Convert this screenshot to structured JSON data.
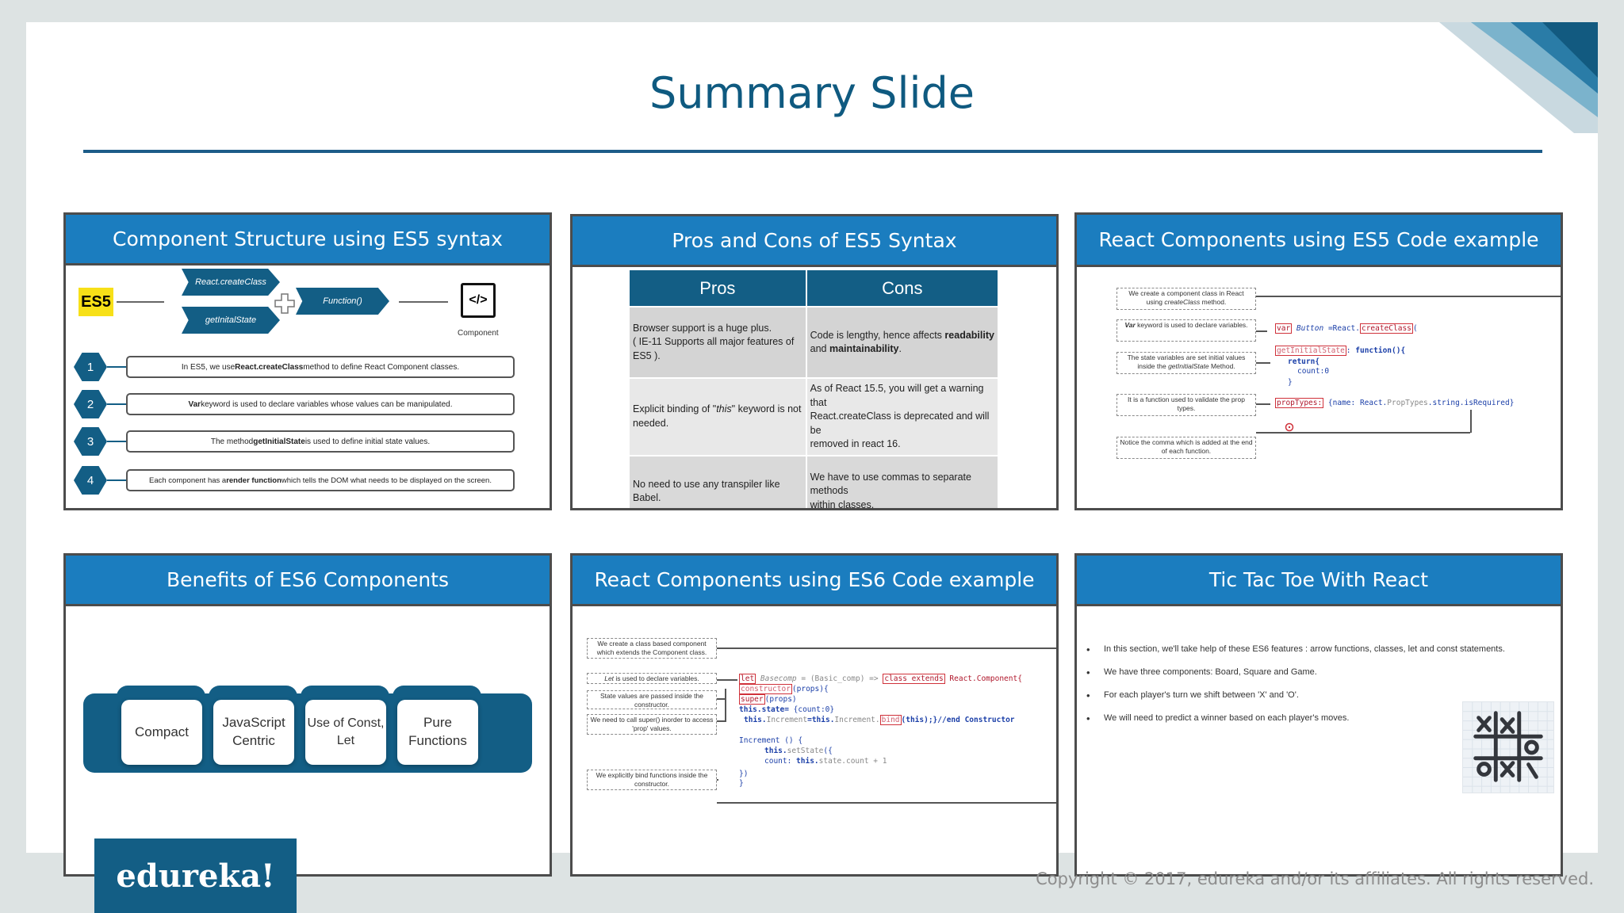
{
  "slide": {
    "title": "Summary Slide"
  },
  "panels": {
    "p1": {
      "header": "Component Structure using ES5 syntax",
      "es5": "ES5",
      "create_class": "React.createClass",
      "function": "Function()",
      "get_initial_state": "getInitalState",
      "component_label": "Component",
      "code_icon": "</>",
      "rows": [
        {
          "num": "1",
          "text_before": "In ES5, we use ",
          "bold": "React.createClass",
          "text_after": "  method to define React Component classes."
        },
        {
          "num": "2",
          "text_before": "",
          "bold": "Var",
          "text_after": "  keyword is used to declare variables whose values can be manipulated."
        },
        {
          "num": "3",
          "text_before": "The method ",
          "bold": "getInitialState",
          "text_after": " is used to define initial state values."
        },
        {
          "num": "4",
          "text_before": "Each component has a ",
          "bold": "render function",
          "text_after": " which tells the DOM what needs to be  displayed on the screen."
        }
      ]
    },
    "p2": {
      "header": "Pros and Cons of ES5 Syntax",
      "col_pros": "Pros",
      "col_cons": "Cons",
      "rows": [
        {
          "pro": "Browser support is a huge plus.\n( IE-11 Supports all major features of ES5 ).",
          "con_a": "Code is lengthy, hence affects ",
          "con_b1": "readability",
          "con_c": "\nand ",
          "con_b2": "maintainability",
          "con_d": "."
        },
        {
          "pro_a": "Explicit binding of \"",
          "pro_i": "this",
          "pro_b": "\" keyword is not\nneeded.",
          "con": "As of React 15.5, you will get a warning that\nReact.createClass is deprecated and will be\nremoved in react 16."
        },
        {
          "pro": "No need to use any transpiler like Babel.",
          "con": "We have to use commas to separate methods\nwithin classes."
        }
      ]
    },
    "p3": {
      "header": "React Components using ES5 Code example",
      "note1_a": "We create a component class in React",
      "note1_b": "using ",
      "note1_i": "createClass",
      "note1_c": " method.",
      "note2_b": "Var",
      "note2_rest": " keyword is used to declare variables.",
      "note3_a": "The state variables are set initial values",
      "note3_b": "inside the ",
      "note3_i": "getInitialState",
      "note3_c": " Method.",
      "note4": "It is a function used to validate the prop types.",
      "note5": "Notice the comma which is added at the end of each function.",
      "code_var": "var",
      "code_button": " Button ",
      "code_eq": "=React.",
      "code_createclass": "createClass",
      "code_paren": "(",
      "code_getinitial": "getInitialState",
      "code_colon": ": ",
      "code_function": "function(){",
      "code_return": "return{",
      "code_count": "count:0",
      "code_close": "}",
      "code_proptypes": "propTypes:",
      "code_name": " {name: React.",
      "code_proptypes2": "PropTypes",
      "code_string": ".string.isRequired}"
    },
    "p4": {
      "header": "Benefits of ES6 Components",
      "items": [
        "Compact",
        "JavaScript\nCentric",
        "Use of Const,\nLet",
        "Pure\nFunctions"
      ]
    },
    "p5": {
      "header": "React Components using ES6 Code example",
      "note1": "We create a class based component which extends the Component class.",
      "note2_i": "Let",
      "note2_rest": " is used to declare variables.",
      "note3": "State values are passed inside the constructor.",
      "note4": "We need to call super() inorder to access 'prop' values.",
      "note5": "We explicitly bind functions inside the constructor.",
      "code_let": "let",
      "code_basecomp": " Basecomp",
      "code_eq": " = (Basic_comp) => ",
      "code_class_extends": "class extends",
      "code_react_component": " React.Component{",
      "code_constructor": "constructor",
      "code_props": "(props){",
      "code_super": "super",
      "code_props2": "(props)",
      "code_this_state": "this.state=",
      "code_count0": " {count:0}",
      "code_this_inc": "this.",
      "code_increment": "Increment",
      "code_eq2": "=this.",
      "code_increment2": "Increment.",
      "code_bind": "bind",
      "code_this_end": "(this);}//end Constructor",
      "code_increment_fn": "Increment () {",
      "code_set_state": "this.",
      "code_set_state2": "setState",
      "code_set_state3": "({",
      "code_count_line": "count: ",
      "code_count_line2": "this.",
      "code_count_line3": "state.count + 1",
      "code_close1": "})",
      "code_close2": "}"
    },
    "p6": {
      "header": "Tic Tac Toe With React",
      "bullets": [
        "In this section, we'll take help of these  ES6 features : arrow functions, classes, let and const statements.",
        "We have three components: Board, Square and Game.",
        "For each player's turn we shift between 'X' and 'O'.",
        "We will need to predict a winner based on each player's moves."
      ]
    }
  },
  "footer": {
    "brand": "edureka!",
    "copyright": "Copyright © 2017, edureka and/or its affiliates. All rights reserved."
  },
  "colors": {
    "title": "#0f5a80",
    "header_bg": "#1b7dbf",
    "dark_blue": "#135e85",
    "es5_yellow": "#f7e018"
  }
}
